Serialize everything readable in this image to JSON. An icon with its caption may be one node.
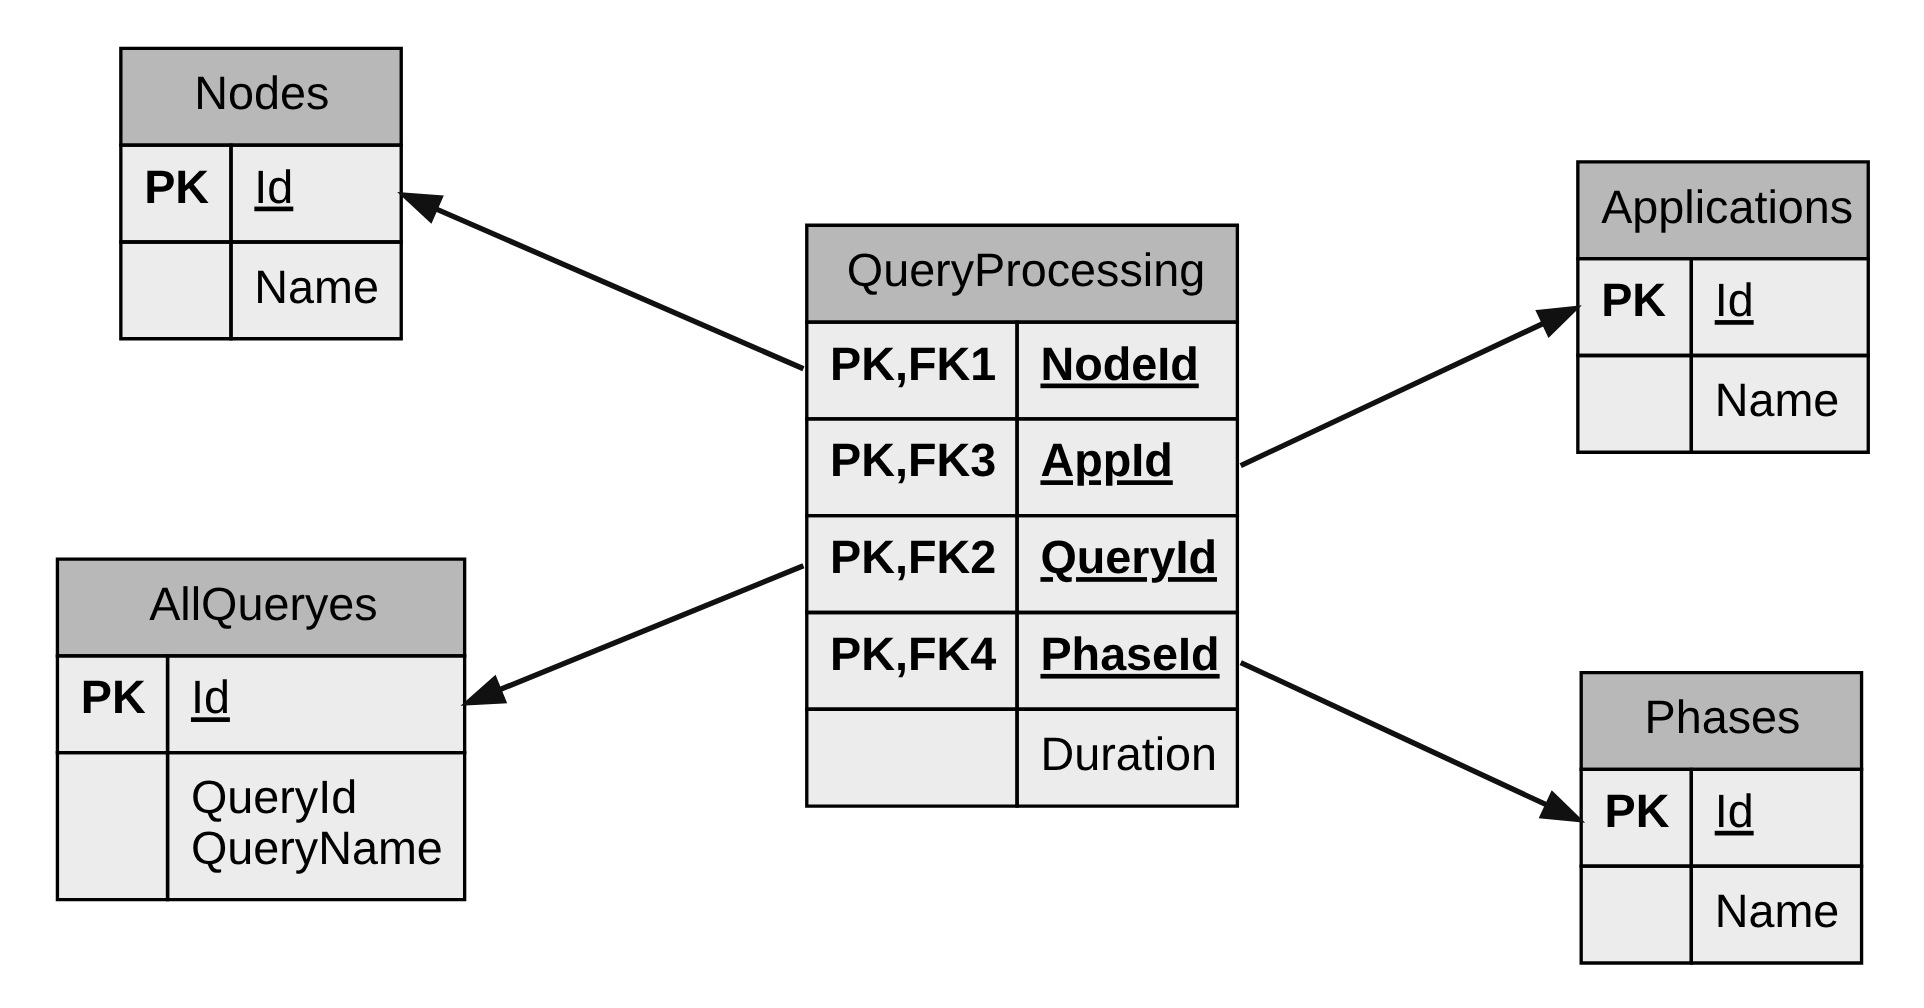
{
  "diagram": {
    "nodes": [
      {
        "text": [
          "Nodes",
          "PK",
          "Id",
          "Name"
        ]
      },
      {
        "text": [
          "QueryProcessing",
          "PK,FK1",
          "PK,FK3",
          "PK,FK2",
          "PK,FK4",
          "NodeId",
          "AppId",
          "QueryId",
          "PhaseId",
          "Duration"
        ]
      },
      {
        "text": [
          "Applications",
          "PK",
          "Id",
          "Name"
        ]
      },
      {
        "text": [
          "AllQueryes",
          "PK",
          "Id",
          "QueryId",
          "QueryName"
        ]
      },
      {
        "text": [
          "Phases",
          "PK",
          "Id",
          "Name"
        ]
      }
    ],
    "edges": [
      {
        "from": 1,
        "to": 0,
        "arrow": "to"
      },
      {
        "from": 1,
        "to": 2,
        "arrow": "to"
      },
      {
        "from": 1,
        "to": 3,
        "arrow": "to"
      },
      {
        "from": 1,
        "to": 4,
        "arrow": "to"
      }
    ]
  }
}
